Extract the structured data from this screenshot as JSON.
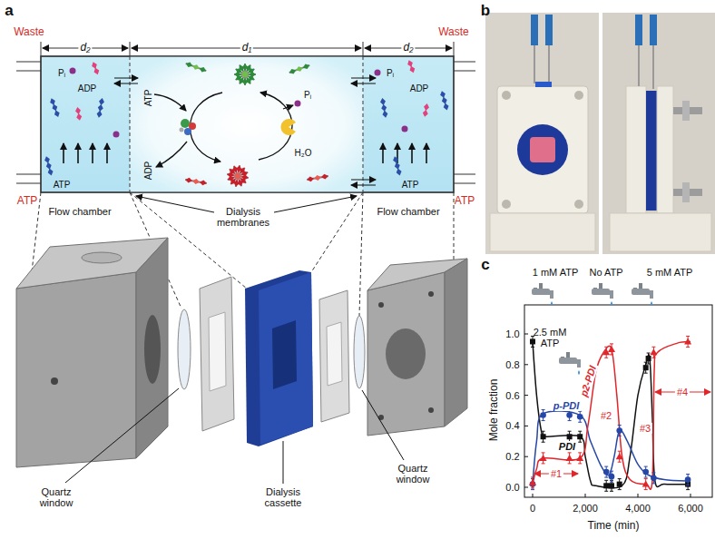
{
  "diagram": {
    "labels": [
      "a",
      "Waste",
      "d₂",
      "d₁",
      "d₂",
      "Waste",
      "Pᵢ",
      "ADP",
      "ATP",
      "Pᵢ",
      "ADP",
      "Pᵢ",
      "H₂O",
      "ADP",
      "ATP",
      "ATP",
      "ATP",
      "ATP",
      "Flow chamber",
      "Dialysis membranes",
      "Flow chamber",
      "Quartz window",
      "Dialysis cassette",
      "Quartz window",
      "b",
      "c",
      "1 mM ATP",
      "No ATP",
      "5 mM ATP",
      "2.5 mM ATP",
      "p2-PDI",
      "p-PDI",
      "PDI",
      "#1",
      "#2",
      "#3",
      "#4",
      "1.0",
      "0.8",
      "0.6",
      "0.4",
      "0.2",
      "0.0",
      "Mole fraction",
      "0",
      "2,000",
      "4,000",
      "6,000",
      "Time (min)"
    ]
  }
}
